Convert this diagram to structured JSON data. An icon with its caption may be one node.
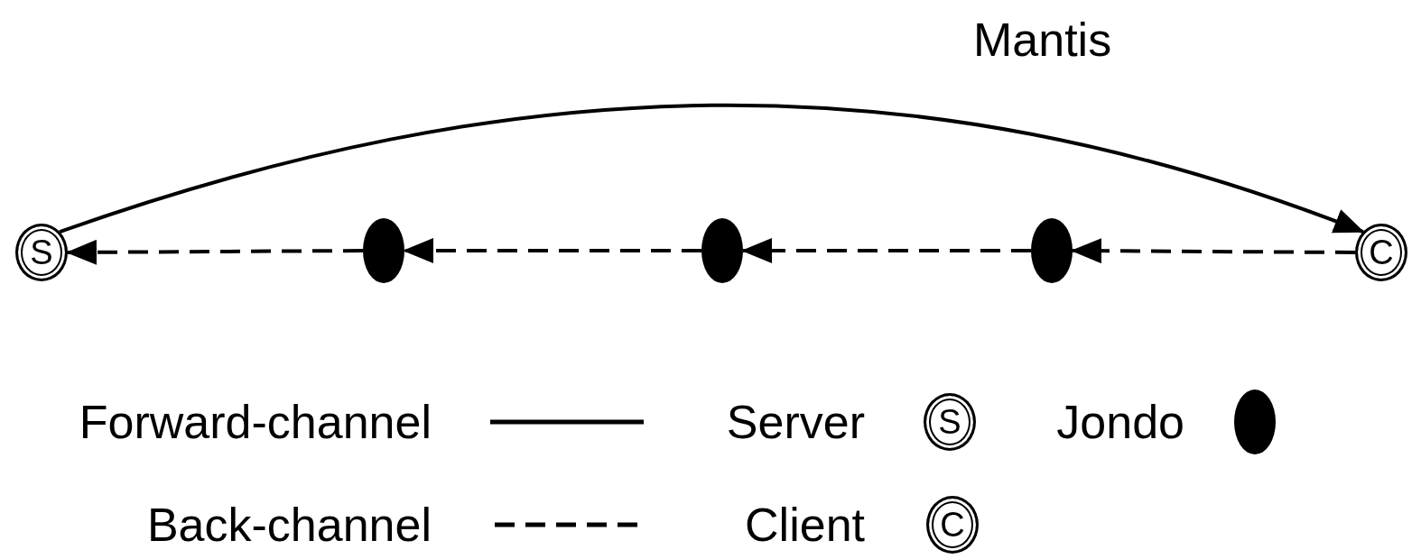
{
  "diagram": {
    "nodes": [
      {
        "text": [
          "S"
        ]
      },
      {
        "text": [],
        "shape": "circle"
      },
      {
        "text": [],
        "shape": "circle"
      },
      {
        "text": [],
        "shape": "circle"
      },
      {
        "text": [
          "C"
        ]
      }
    ],
    "edges": [
      {
        "from": 0,
        "to": 4,
        "arrow": "to",
        "label": "Mantis"
      },
      {
        "from": 4,
        "to": 3,
        "arrow": "to",
        "style": "dashed"
      },
      {
        "from": 3,
        "to": 2,
        "arrow": "to",
        "style": "dashed"
      },
      {
        "from": 2,
        "to": 1,
        "arrow": "to",
        "style": "dashed"
      },
      {
        "from": 1,
        "to": 0,
        "arrow": "to",
        "style": "dashed"
      }
    ],
    "labels": [
      "S",
      "C"
    ],
    "legend": [
      {
        "text": "Forward-channel"
      },
      {
        "text": "Server"
      },
      {
        "text": "Jondo"
      },
      {
        "text": "Back-channel"
      },
      {
        "text": "Client"
      }
    ]
  }
}
